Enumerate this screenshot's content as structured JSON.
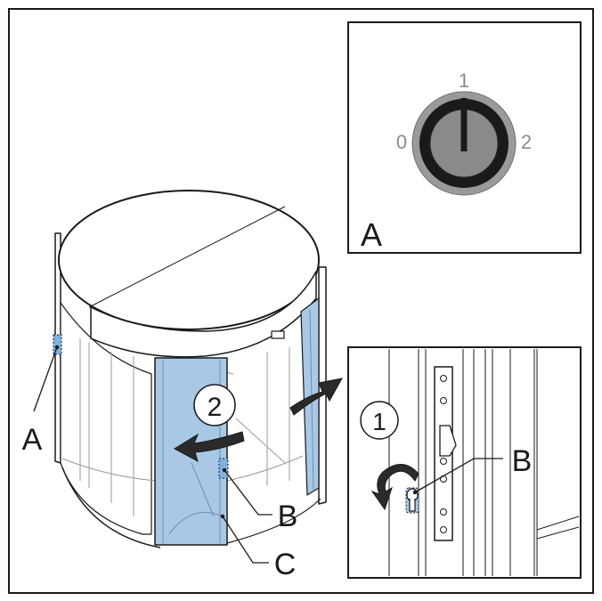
{
  "callouts": {
    "a_left": "A",
    "b": "B",
    "c": "C",
    "step2": "2"
  },
  "inset_a": {
    "label": "A",
    "switch_positions": [
      "0",
      "1",
      "2"
    ]
  },
  "inset_b": {
    "label": "B",
    "step1": "1"
  },
  "colors": {
    "door_blue": "#a9c8e6",
    "highlight_blue": "#7fb1e0",
    "line": "#1a1a1a",
    "knob_outer": "#9a9a9a",
    "knob_inner": "#8a8a8a",
    "label_gray": "#8c8c8c"
  }
}
